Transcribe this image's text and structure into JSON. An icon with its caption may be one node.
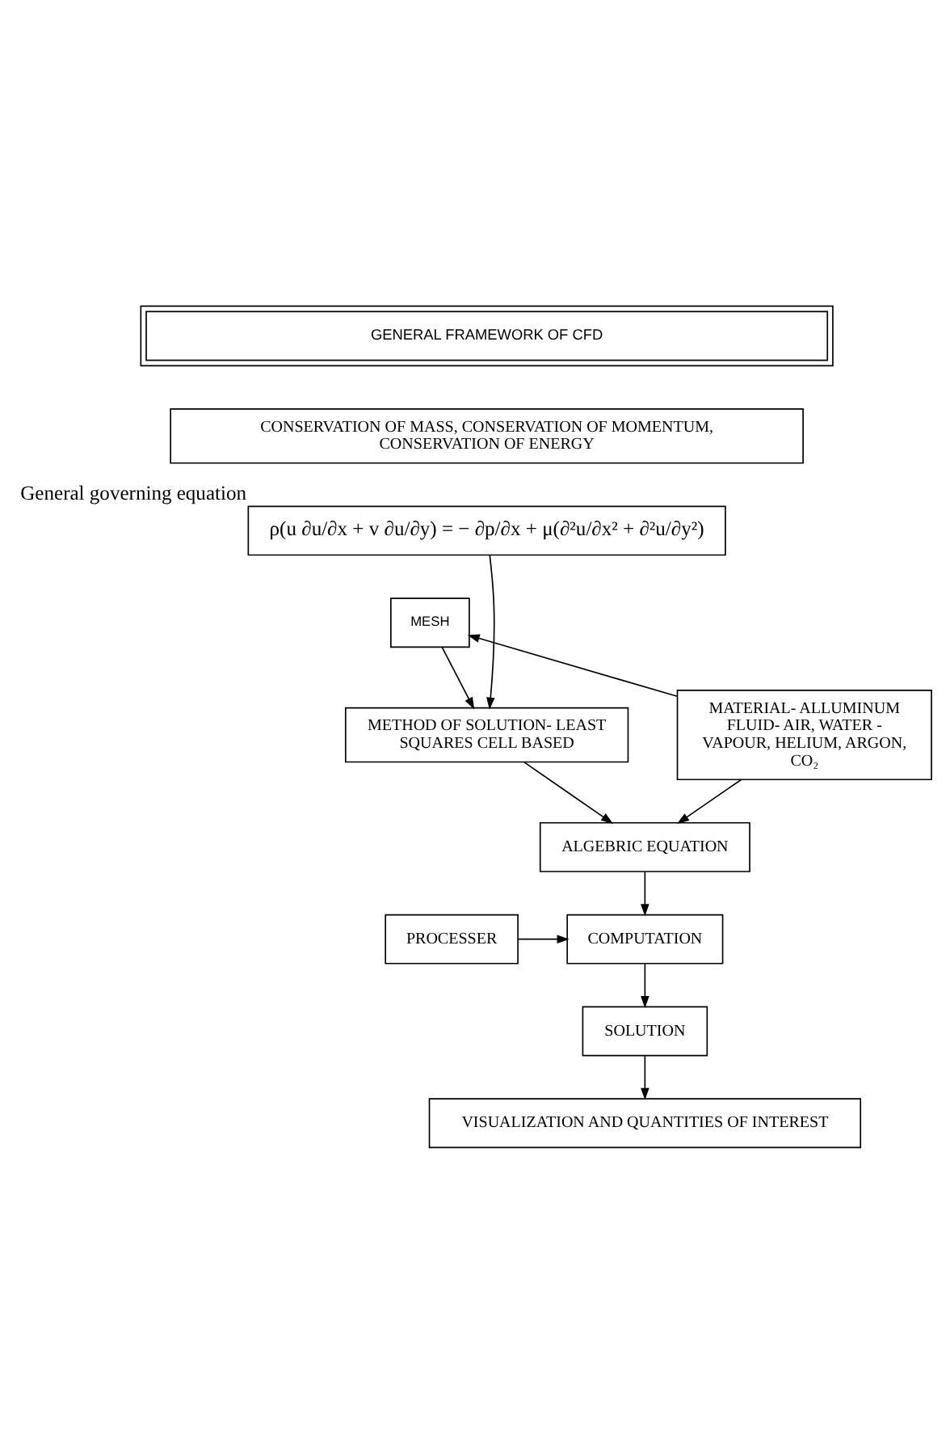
{
  "diagram": {
    "nodes": [
      {
        "text": [
          "GENERAL FRAMEWORK OF CFD"
        ]
      },
      {
        "text": [
          "CONSERVATION OF MASS, CONSERVATION OF MOMENTUM, CONSERVATION OF ENERGY"
        ]
      },
      {
        "text": [
          "ρ(u ∂u/∂x + v ∂u/∂y) = − ∂p/∂x + μ(∂²u/∂x² + ∂²u/∂y²)"
        ],
        "beside": [
          "General governing equation"
        ]
      },
      {
        "text": [
          "MESH"
        ]
      },
      {
        "text": [
          "METHOD OF SOLUTION- LEAST SQUARES CELL BASED"
        ]
      },
      {
        "text": [
          "MATERIAL- ALLUMINUM",
          "FLUID- AIR, WATER - VAPOUR, HELIUM, ARGON, CO₂"
        ]
      },
      {
        "text": [
          "ALGEBRIC EQUATION"
        ]
      },
      {
        "text": [
          "PROCESSER"
        ]
      },
      {
        "text": [
          "COMPUTATION"
        ]
      },
      {
        "text": [
          "SOLUTION"
        ]
      },
      {
        "text": [
          "VISUALIZATION AND QUANTITIES OF INTEREST"
        ]
      }
    ],
    "edges": [
      {
        "from": 2,
        "to": 4,
        "arrow": "to"
      },
      {
        "from": 5,
        "to": 3,
        "arrow": "to"
      },
      {
        "from": 3,
        "to": 4,
        "arrow": "to"
      },
      {
        "from": 4,
        "to": 6,
        "arrow": "to"
      },
      {
        "from": 5,
        "to": 6,
        "arrow": "to"
      },
      {
        "from": 6,
        "to": 8,
        "arrow": "to"
      },
      {
        "from": 7,
        "to": 8,
        "arrow": "to"
      },
      {
        "from": 8,
        "to": 9,
        "arrow": "to"
      },
      {
        "from": 9,
        "to": 10,
        "arrow": "to"
      }
    ]
  }
}
